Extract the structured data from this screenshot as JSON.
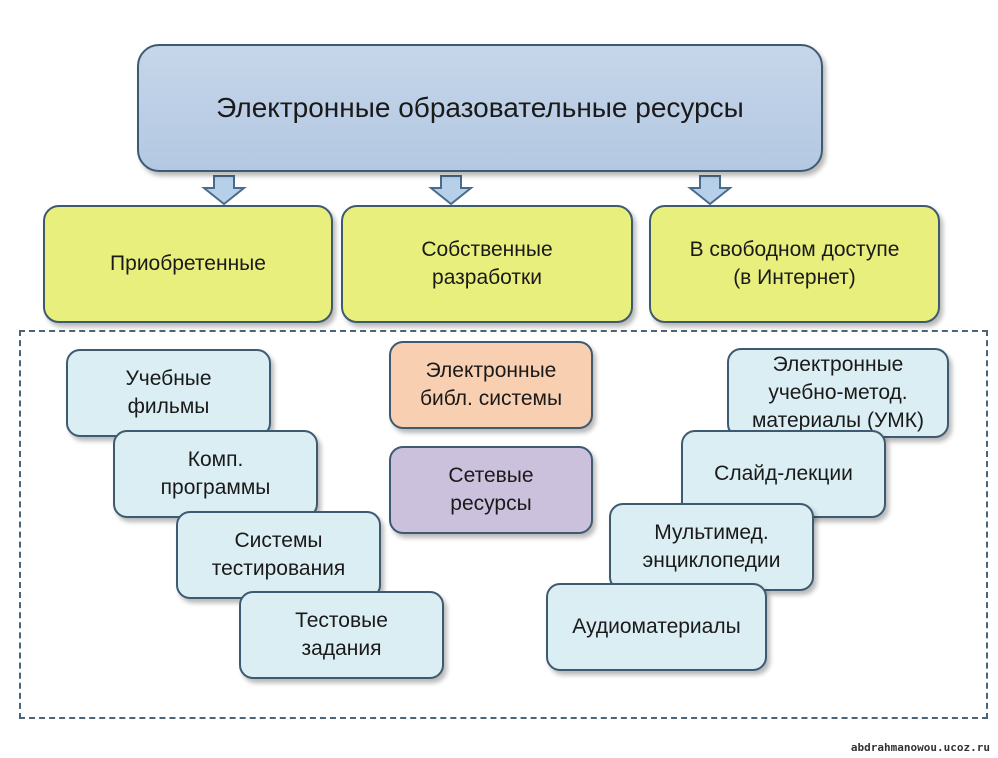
{
  "title": "Электронные образовательные ресурсы",
  "categories": [
    {
      "lines": [
        "Приобретенные"
      ]
    },
    {
      "lines": [
        "Собственные",
        "разработки"
      ]
    },
    {
      "lines": [
        "В свободном доступе",
        "(в Интернет)"
      ]
    }
  ],
  "left_items": [
    {
      "lines": [
        "Учебные",
        "фильмы"
      ]
    },
    {
      "lines": [
        "Комп.",
        "программы"
      ]
    },
    {
      "lines": [
        "Системы",
        "тестирования"
      ]
    },
    {
      "lines": [
        "Тестовые",
        "задания"
      ]
    }
  ],
  "center_items": [
    {
      "lines": [
        "Электронные",
        "библ. системы"
      ]
    },
    {
      "lines": [
        "Сетевые",
        "ресурсы"
      ]
    }
  ],
  "right_items": [
    {
      "lines": [
        "Электронные",
        "учебно-метод.",
        "материалы (УМК)"
      ]
    },
    {
      "lines": [
        "Слайд-лекции"
      ]
    },
    {
      "lines": [
        "Мультимед.",
        "энциклопедии"
      ]
    },
    {
      "lines": [
        "Аудиоматериалы"
      ]
    }
  ],
  "watermark": "abdrahmanowou.ucoz.ru",
  "colors": {
    "title_box": "#b3c8e2",
    "category_box": "#e8ef7c",
    "item_box": "#dbeef3",
    "library_box": "#f8cfb1",
    "network_box": "#ccc1dc",
    "border": "#3e5a70"
  }
}
